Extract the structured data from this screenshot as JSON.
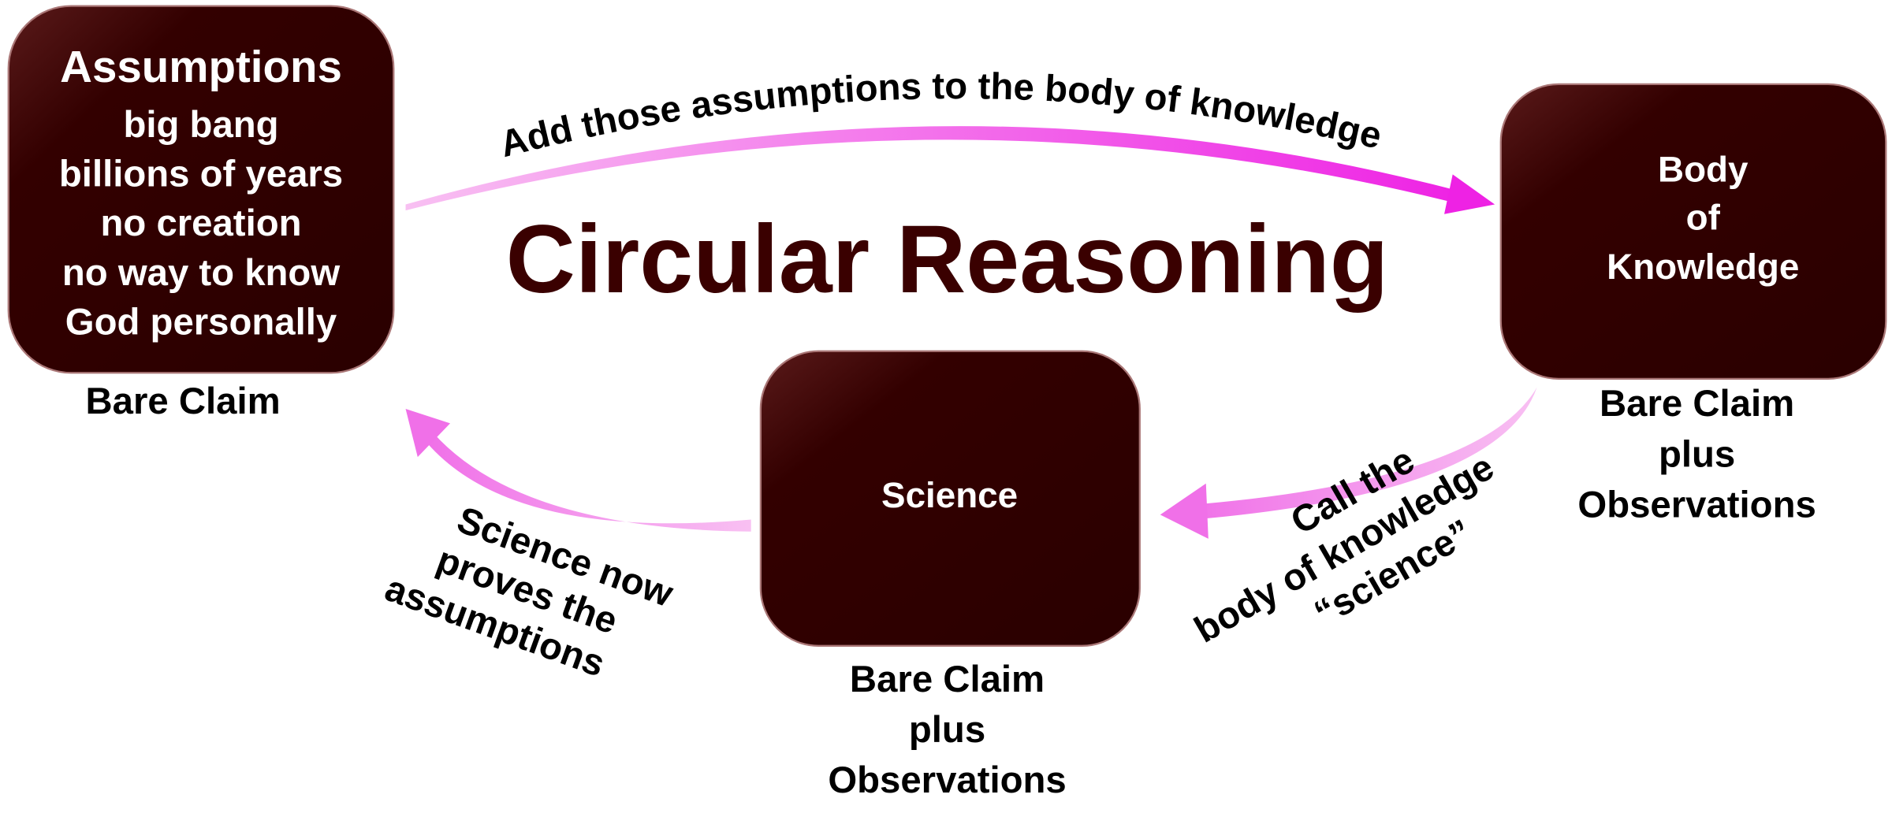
{
  "title": "Circular Reasoning",
  "colors": {
    "box": "#330000",
    "title": "#3a0000",
    "arrow": "#f060e8",
    "arrow_light": "#f6a8ee"
  },
  "assumptions_box": {
    "heading": "Assumptions",
    "lines": [
      "big bang",
      "billions of years",
      "no creation",
      "no way to know",
      "God personally"
    ],
    "caption": "Bare Claim"
  },
  "knowledge_box": {
    "lines": [
      "Body",
      "of",
      "Knowledge"
    ],
    "caption": [
      "Bare Claim",
      "plus",
      "Observations"
    ]
  },
  "science_box": {
    "label": "Science",
    "caption": [
      "Bare Claim",
      "plus",
      "Observations"
    ]
  },
  "arrows": {
    "top": "Add those assumptions to the body of knowledge",
    "right": [
      "Call the",
      "body of knowledge",
      "“science”"
    ],
    "left": [
      "Science now",
      "proves the",
      "assumptions"
    ]
  }
}
